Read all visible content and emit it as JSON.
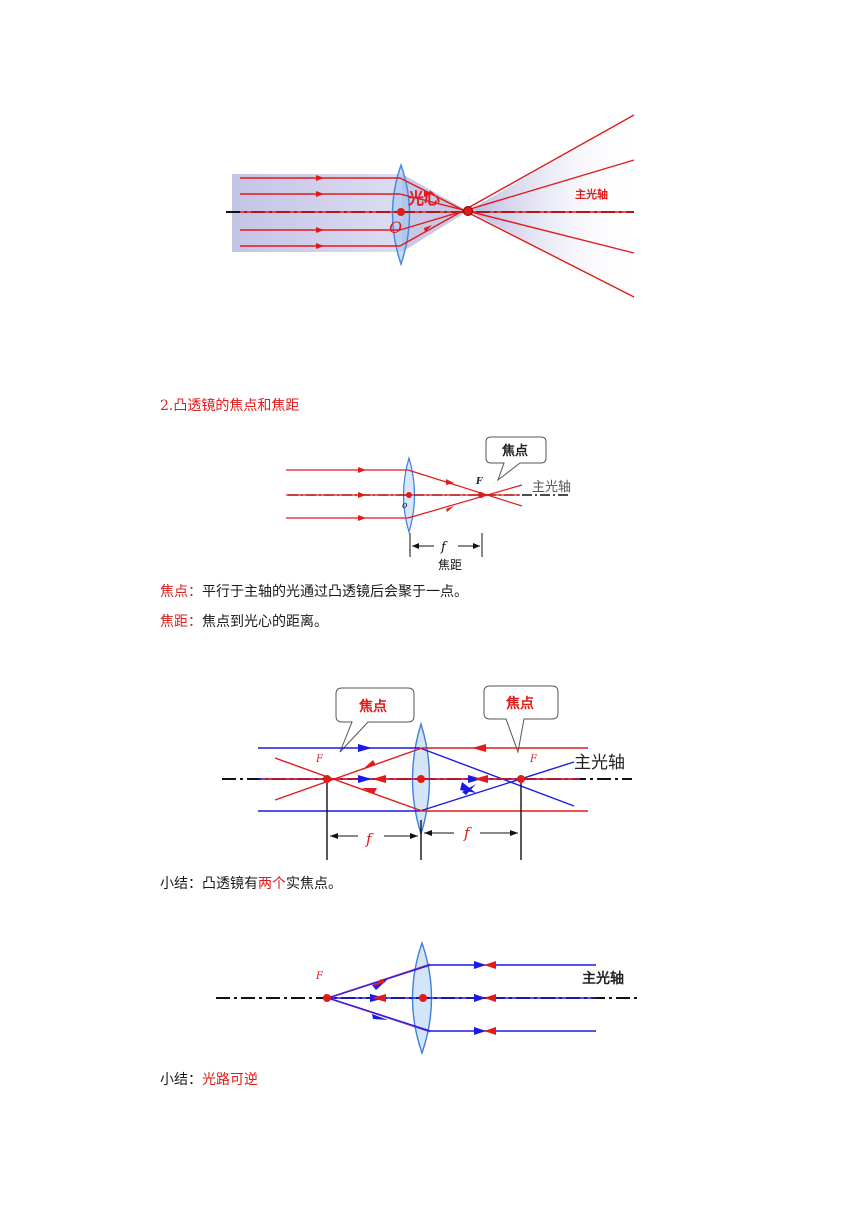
{
  "fig1": {
    "label_optical_center": "光心",
    "label_o": "O",
    "label_axis": "主光轴"
  },
  "section_heading": "2.凸透镜的焦点和焦距",
  "fig2": {
    "callout": "焦点",
    "label_F": "F",
    "label_o": "o",
    "label_axis": "主光轴",
    "label_f": "f",
    "label_focal_length": "焦距"
  },
  "definitions": [
    {
      "term": "焦点：",
      "text": "平行于主轴的光通过凸透镜后会聚于一点。"
    },
    {
      "term": "焦距：",
      "text": "焦点到光心的距离。"
    }
  ],
  "fig3": {
    "callout_left": "焦点",
    "callout_right": "焦点",
    "label_F_left": "F",
    "label_F_right": "F",
    "label_axis": "主光轴",
    "label_f_left": "f",
    "label_f_right": "f"
  },
  "summary1": {
    "prefix": "小结：凸透镜有",
    "highlight": "两个",
    "suffix": "实焦点。"
  },
  "fig4": {
    "label_F": "F",
    "label_axis": "主光轴"
  },
  "summary2": {
    "prefix": "小结：",
    "highlight": "光路可逆"
  },
  "colors": {
    "red": "#e11a1a",
    "blue": "#1a1ae6",
    "lens": "#6fa8e8"
  }
}
